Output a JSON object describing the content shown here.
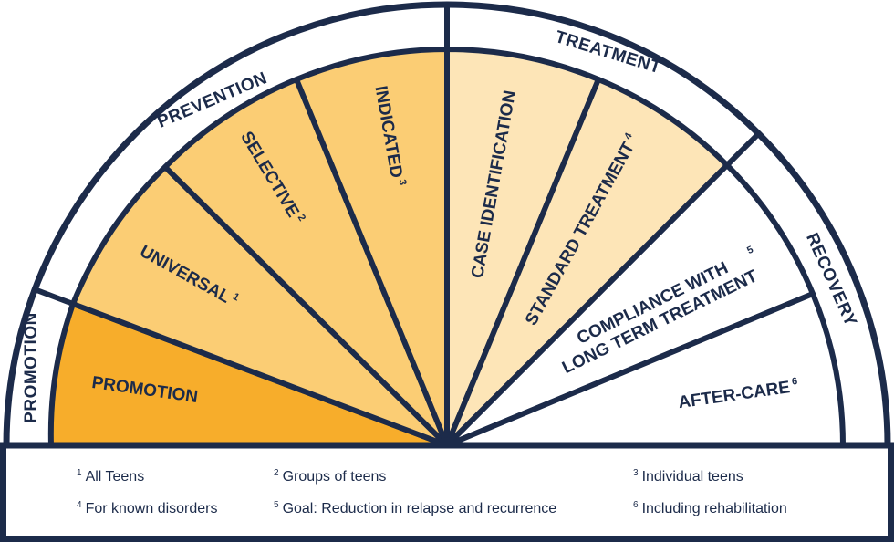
{
  "colors": {
    "outline": "#1c2b4a",
    "promotion": "#f7ad2b",
    "prevention": "#fbcd74",
    "treatment": "#fde5b7",
    "recovery": "#ffffff"
  },
  "bands": {
    "promotion": "PROMOTION",
    "prevention": "PREVENTION",
    "treatment": "TREATMENT",
    "recovery": "RECOVERY"
  },
  "segments": {
    "promotion": {
      "label": "PROMOTION",
      "sup": ""
    },
    "universal": {
      "label": "UNIVERSAL",
      "sup": "1"
    },
    "selective": {
      "label": "SELECTIVE",
      "sup": "2"
    },
    "indicated": {
      "label": "INDICATED",
      "sup": "3"
    },
    "case_identification": {
      "label": "CASE IDENTIFICATION",
      "sup": ""
    },
    "standard_treatment": {
      "label": "STANDARD TREATMENT",
      "sup": "4"
    },
    "compliance_line1": "COMPLIANCE WITH",
    "compliance_line2": "LONG TERM TREATMENT",
    "compliance_sup": "5",
    "after_care": {
      "label": "AFTER-CARE",
      "sup": "6"
    }
  },
  "footnotes": [
    {
      "num": "1",
      "text": "All Teens"
    },
    {
      "num": "2",
      "text": "Groups of teens"
    },
    {
      "num": "3",
      "text": "Individual teens"
    },
    {
      "num": "4",
      "text": "For known disorders"
    },
    {
      "num": "5",
      "text": "Goal: Reduction in relapse and recurrence"
    },
    {
      "num": "6",
      "text": "Including rehabilitation"
    }
  ]
}
